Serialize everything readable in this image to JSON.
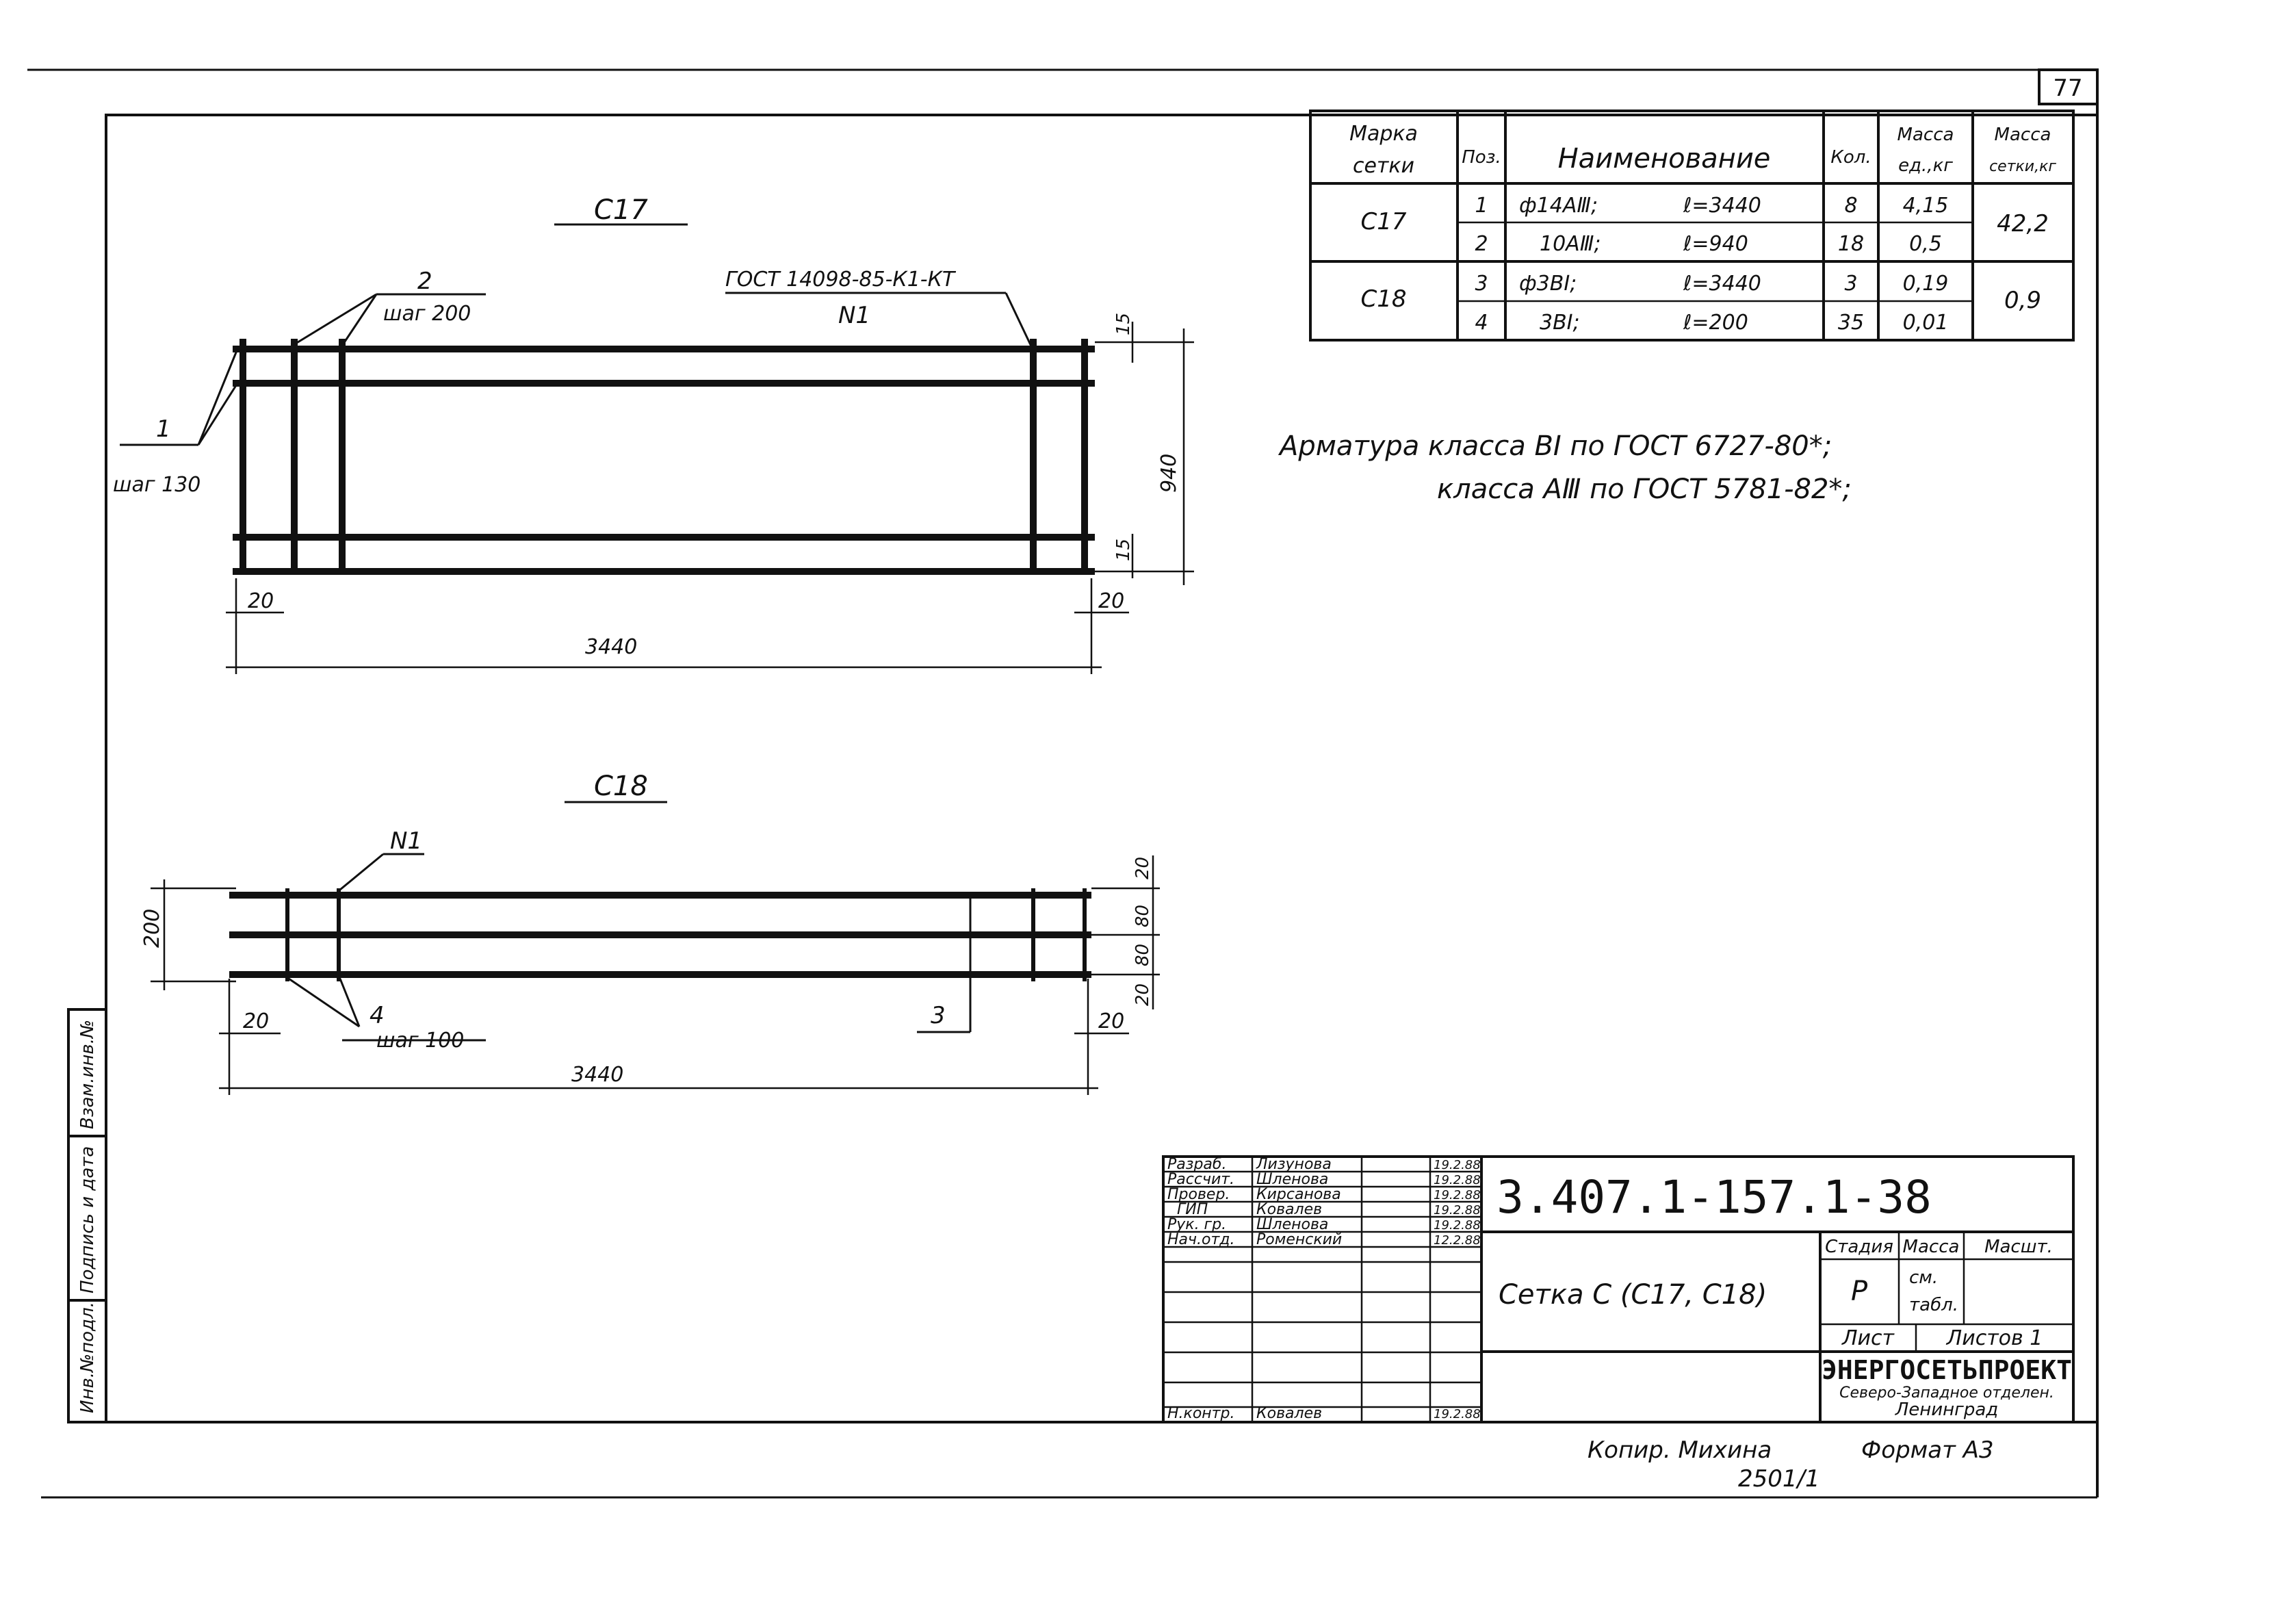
{
  "sheet_number": "77",
  "spec_table": {
    "headers": {
      "mark": [
        "Марка",
        "сетки"
      ],
      "pos": "Поз.",
      "name": "Наименование",
      "qty": "Кол.",
      "unit_mass": [
        "Масса",
        "ед.,кг"
      ],
      "mesh_mass": [
        "Масса",
        "сетки,кг"
      ]
    },
    "rows": [
      {
        "mark": "С17",
        "pos": "1",
        "name": "ф14АⅢ;",
        "length": "ℓ=3440",
        "qty": "8",
        "unit_mass": "4,15",
        "mesh_mass": "42,2"
      },
      {
        "pos": "2",
        "name": "10АⅢ;",
        "length": "ℓ=940",
        "qty": "18",
        "unit_mass": "0,5"
      },
      {
        "mark": "С18",
        "pos": "3",
        "name": "ф3ВⅠ;",
        "length": "ℓ=3440",
        "qty": "3",
        "unit_mass": "0,19",
        "mesh_mass": "0,9"
      },
      {
        "pos": "4",
        "name": "3ВⅠ;",
        "length": "ℓ=200",
        "qty": "35",
        "unit_mass": "0,01"
      }
    ]
  },
  "notes": [
    "Арматура класса ВⅠ по ГОСТ 6727-80*;",
    "класса АⅢ по ГОСТ 5781-82*;"
  ],
  "drawing_c17": {
    "title": "С17",
    "callout_2": "2",
    "callout_2_step": "шаг 200",
    "callout_1": "1",
    "callout_1_step": "шаг 130",
    "gost_ref": "ГОСТ 14098-85-К1-КТ",
    "weld_ref": "N1",
    "dim_overall": "3440",
    "dim_left": "20",
    "dim_right": "20",
    "dim_height": "940",
    "dim_top": "15",
    "dim_bottom": "15"
  },
  "drawing_c18": {
    "title": "С18",
    "weld_ref": "N1",
    "callout_4": "4",
    "callout_4_step": "шаг 100",
    "callout_3": "3",
    "dim_overall": "3440",
    "dim_left": "20",
    "dim_right": "20",
    "dim_height": "200",
    "dim_r1": "20",
    "dim_r2": "80",
    "dim_r3": "80",
    "dim_r4": "20"
  },
  "title_block": {
    "designation": "3.407.1-157.1-38",
    "title": "Сетка С (С17, С18)",
    "signatures": [
      {
        "role": "Разраб.",
        "name": "Лизунова",
        "date": "19.2.88"
      },
      {
        "role": "Рассчит.",
        "name": "Шленова",
        "date": "19.2.88"
      },
      {
        "role": "Провер.",
        "name": "Кирсанова",
        "date": "19.2.88"
      },
      {
        "role": "ГИП",
        "name": "Ковалев",
        "date": "19.2.88"
      },
      {
        "role": "Рук. гр.",
        "name": "Шленова",
        "date": "19.2.88"
      },
      {
        "role": "Нач.отд.",
        "name": "Роменский",
        "date": "12.2.88"
      }
    ],
    "norm_control": {
      "role": "Н.контр.",
      "name": "Ковалев",
      "date": "19.2.88"
    },
    "stage_label": "Стадия",
    "mass_label": "Масса",
    "scale_label": "Масшт.",
    "stage_value": "Р",
    "mass_value": [
      "см.",
      "табл."
    ],
    "sheet_label": "Лист",
    "sheets_label": "Листов 1",
    "org_name": "ЭНЕРГОСЕТЬПРОЕКТ",
    "org_sub1": "Северо-Западное отделен.",
    "org_sub2": "Ленинград"
  },
  "side_stamp": [
    "Инв.№подл.",
    "Подпись и дата",
    "Взам.инв.№"
  ],
  "footer": {
    "copied_by": "Копир.  Михина",
    "format": "Формат  А3",
    "order_no": "2501/1"
  }
}
